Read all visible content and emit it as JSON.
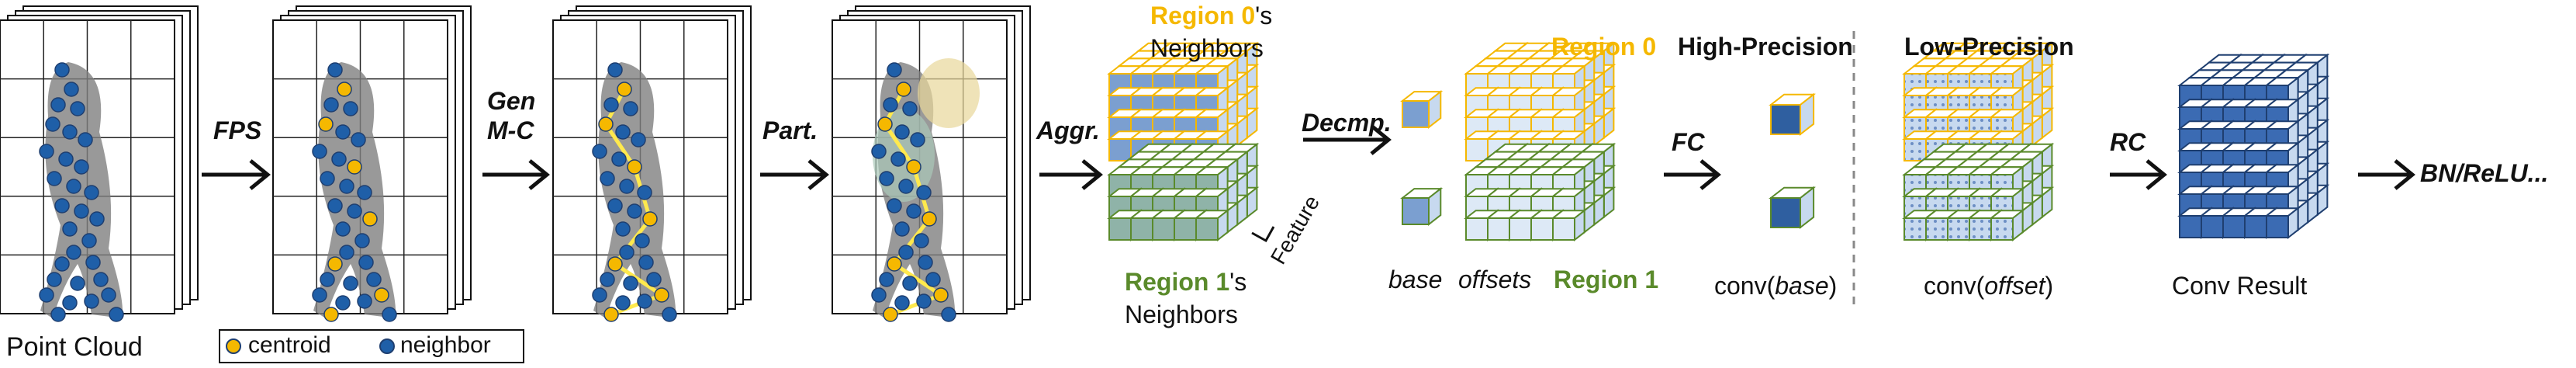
{
  "stages": {
    "point_cloud": "Point Cloud",
    "fps": "FPS",
    "gen_mc_1": "Gen",
    "gen_mc_2": "M-C",
    "part": "Part.",
    "aggr": "Aggr.",
    "decmp": "Decmp.",
    "fc": "FC",
    "rc": "RC",
    "bn_relu": "BN/ReLU..."
  },
  "legend": {
    "centroid": "centroid",
    "neighbor": "neighbor"
  },
  "regions": {
    "region0_neighbors_a": "Region 0",
    "region0_neighbors_b": "'s",
    "region0_neighbors_c": "Neighbors",
    "region1_neighbors_a": "Region 1",
    "region1_neighbors_b": "'s",
    "region1_neighbors_c": "Neighbors",
    "feature": "Feature",
    "region0": "Region 0",
    "region1": "Region 1"
  },
  "decomp": {
    "base": "base",
    "offsets": "offsets"
  },
  "precision": {
    "high": "High-Precision",
    "low": "Low-Precision"
  },
  "outputs": {
    "conv_base_pre": "conv(",
    "conv_base_arg": "base",
    "conv_base_post": ")",
    "conv_offset_pre": "conv(",
    "conv_offset_arg": "offset",
    "conv_offset_post": ")",
    "conv_result": "Conv Result"
  },
  "colors": {
    "yellow": "#f5b800",
    "blue": "#1f5fa8",
    "blue_fill": "#7b9fd0",
    "green": "#5a8a2b",
    "light_blue": "#dde9f6",
    "gray_body": "#7f7f7f"
  }
}
